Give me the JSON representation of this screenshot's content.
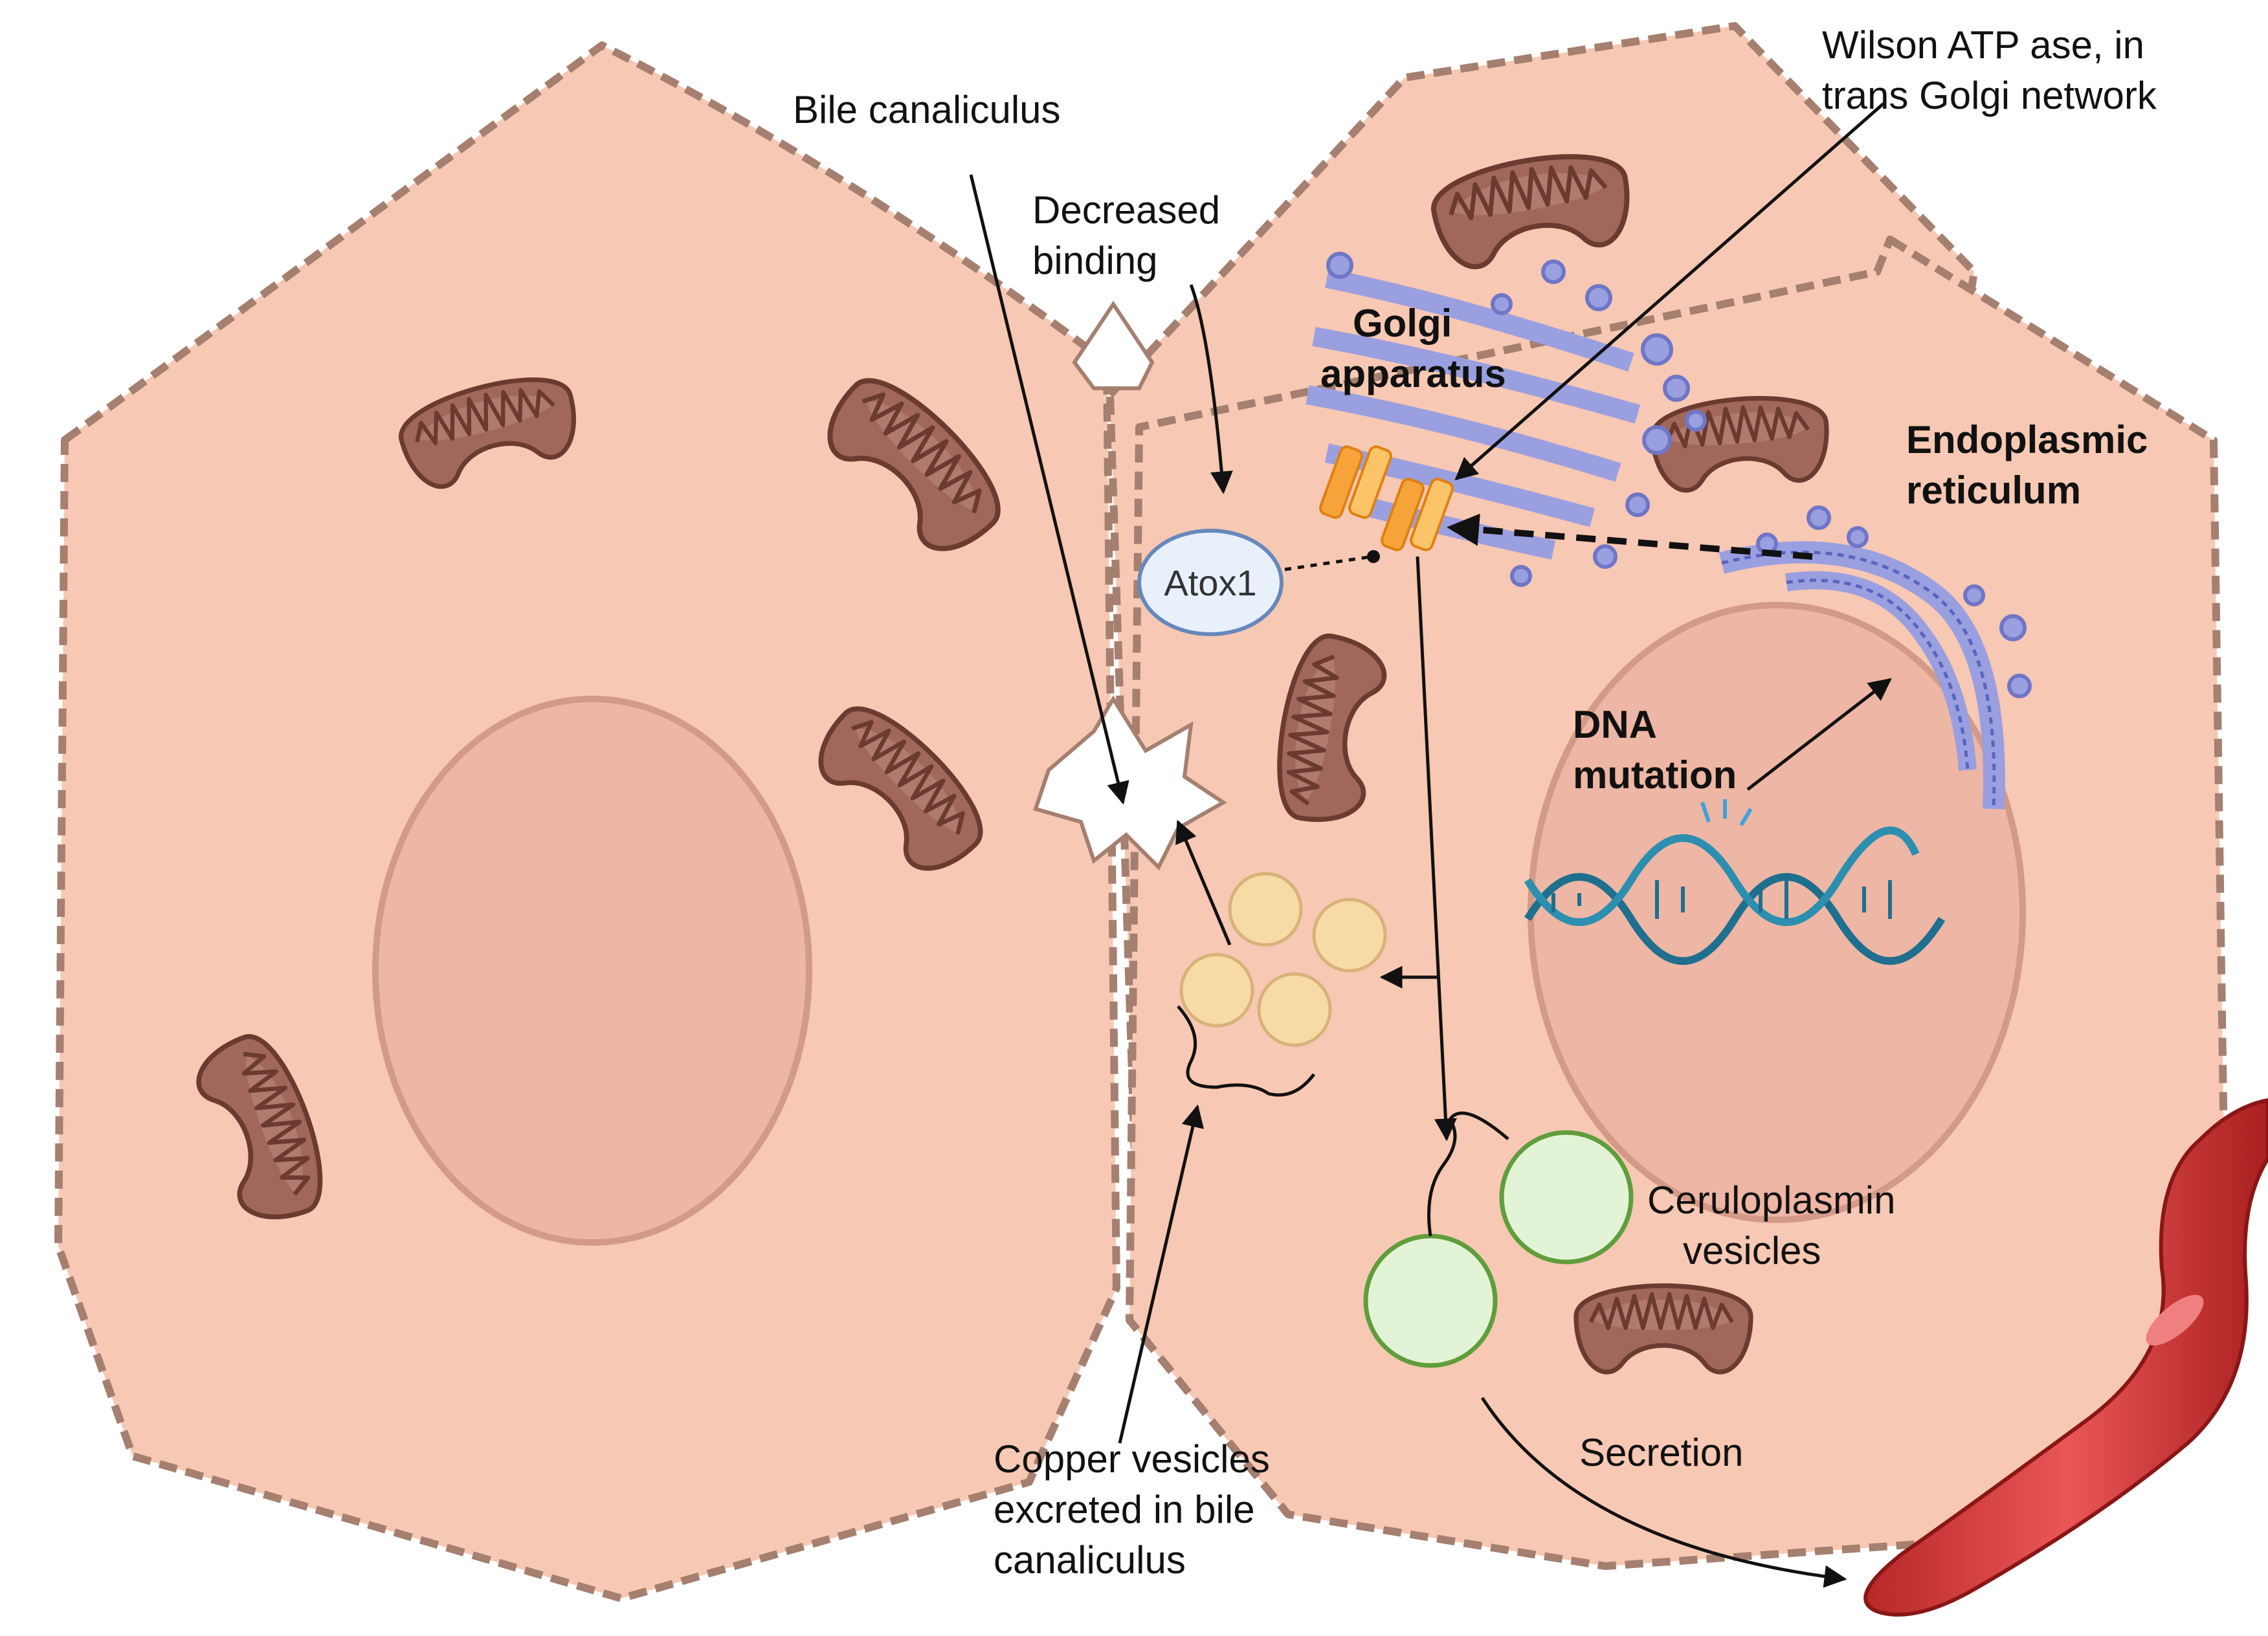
{
  "labels": {
    "bile_canaliculus": "Bile canaliculus",
    "decreased_binding": [
      "Decreased",
      "binding"
    ],
    "wilson_atpase": [
      "Wilson ATP ase, in",
      "trans Golgi network"
    ],
    "golgi": [
      "Golgi",
      "apparatus"
    ],
    "er": [
      "Endoplasmic",
      "reticulum"
    ],
    "atox1": "Atox1",
    "dna_mutation": [
      "DNA",
      "mutation"
    ],
    "ceruloplasmin": [
      "Ceruloplasmin",
      "vesicles"
    ],
    "copper_vesicles": [
      "Copper vesicles",
      "excreted in bile",
      "canaliculus"
    ],
    "secretion": "Secretion"
  },
  "colors": {
    "cell_fill": "#f7c8b3",
    "cell_edge": "#a57f6f",
    "nucleus": "#eeb6a4",
    "mito_fill": "#a1675a",
    "mito_edge": "#6b3a30",
    "golgi": "#9a9fe0",
    "atpase": "#f6a33a",
    "copper_vesicle": "#f7dba4",
    "cerulo_vesicle": "#e3f4d6",
    "cerulo_edge": "#5f9e3b",
    "dna": "#1f6f8f",
    "vessel": "#d33c3c",
    "atox_fill": "#e8f0fb",
    "atox_edge": "#6688bb"
  }
}
